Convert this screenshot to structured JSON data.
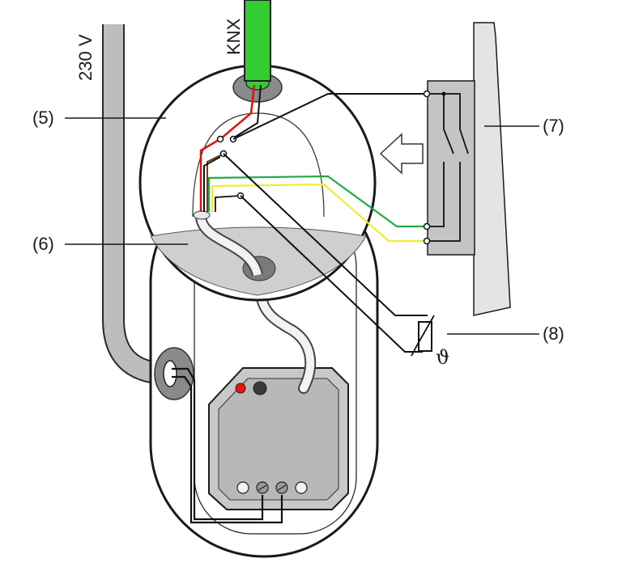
{
  "labels": {
    "voltage": "230 V",
    "bus": "KNX",
    "callout_5": "(5)",
    "callout_6": "(6)",
    "callout_7": "(7)",
    "callout_8": "(8)",
    "sensor_symbol": "ϑ"
  },
  "colors": {
    "knx_cable": "#33cc33",
    "wire_red": "#dd1111",
    "wire_green": "#22aa44",
    "wire_yellow": "#eeee33",
    "wire_brown": "#6b3e1e",
    "mains_cable": "#bdbdbd",
    "led_red": "#ee1111",
    "led_dark": "#3a3a3a"
  }
}
